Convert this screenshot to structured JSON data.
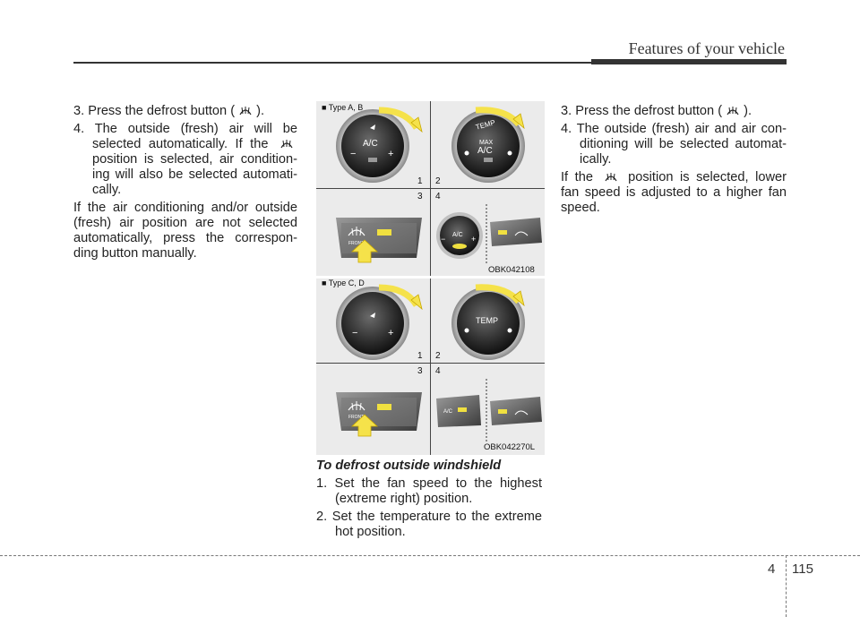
{
  "header": {
    "title": "Features of your vehicle"
  },
  "left": {
    "step3_pre": "3. Press the defrost button (",
    "step3_post": ").",
    "step4_pre": "4. The outside (fresh) air will be selected automatically. If the",
    "step4_post": "position is selected, air condition- ing will also be selected automati- cally.",
    "para": "If the air conditioning and/or outside (fresh) air position are not selected automatically, press the correspon- ding button manually."
  },
  "figure": {
    "type_ab": "■ Type A, B",
    "type_cd": "■ Type C, D",
    "n1": "1",
    "n2": "2",
    "n3": "3",
    "n4": "4",
    "n1b": "1",
    "n2b": "2",
    "n3b": "3",
    "n4b": "4",
    "code_top": "OBK042108",
    "code_bottom": "OBK042270L",
    "knob_ac": "A/C",
    "knob_temp": "TEMP",
    "knob_max": "MAX",
    "knob_ac2": "A/C",
    "knob_temp2": "TEMP",
    "front_label": "FRONT",
    "front_label2": "FRONT",
    "ac_btn": "A/C",
    "ac_btn2": "A/C"
  },
  "middle": {
    "subhead": "To defrost outside windshield",
    "step1": "1. Set the fan speed to the highest (extreme right) position.",
    "step2": "2. Set the temperature to the extreme hot position."
  },
  "right": {
    "step3_pre": "3. Press the defrost button (",
    "step3_post": ").",
    "step4": "4. The outside (fresh) air and air con- ditioning will be selected automat- ically.",
    "para_pre": "If the",
    "para_post": "position is selected, lower fan speed is adjusted to a higher fan speed."
  },
  "footer": {
    "chapter": "4",
    "page": "115"
  },
  "colors": {
    "arrow_yellow": "#f5e24a",
    "indicator": "#f0e040",
    "text": "#222222"
  },
  "icons": [
    "defrost-icon",
    "defrost-icon",
    "defrost-icon",
    "defrost-icon"
  ]
}
